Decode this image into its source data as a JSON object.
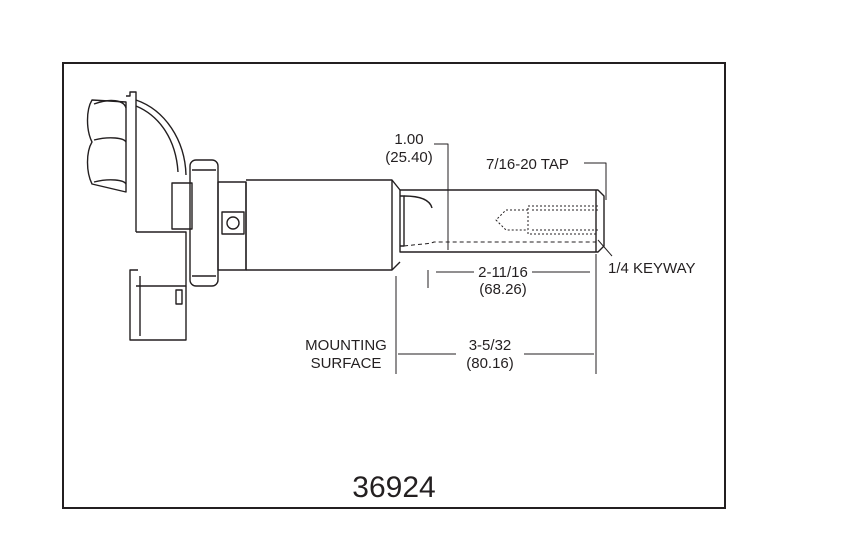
{
  "diagram": {
    "part_number": "36924",
    "dimensions": {
      "shoulder": {
        "fraction": "1.00",
        "metric": "(25.40)"
      },
      "tap": "7/16-20 TAP",
      "keyway": "1/4 KEYWAY",
      "shaft_length": {
        "fraction": "2-11/16",
        "metric": "(68.26)"
      },
      "mount_length": {
        "fraction": "3-5/32",
        "metric": "(80.16)"
      },
      "mounting_surface": [
        "MOUNTING",
        "SURFACE"
      ]
    }
  }
}
